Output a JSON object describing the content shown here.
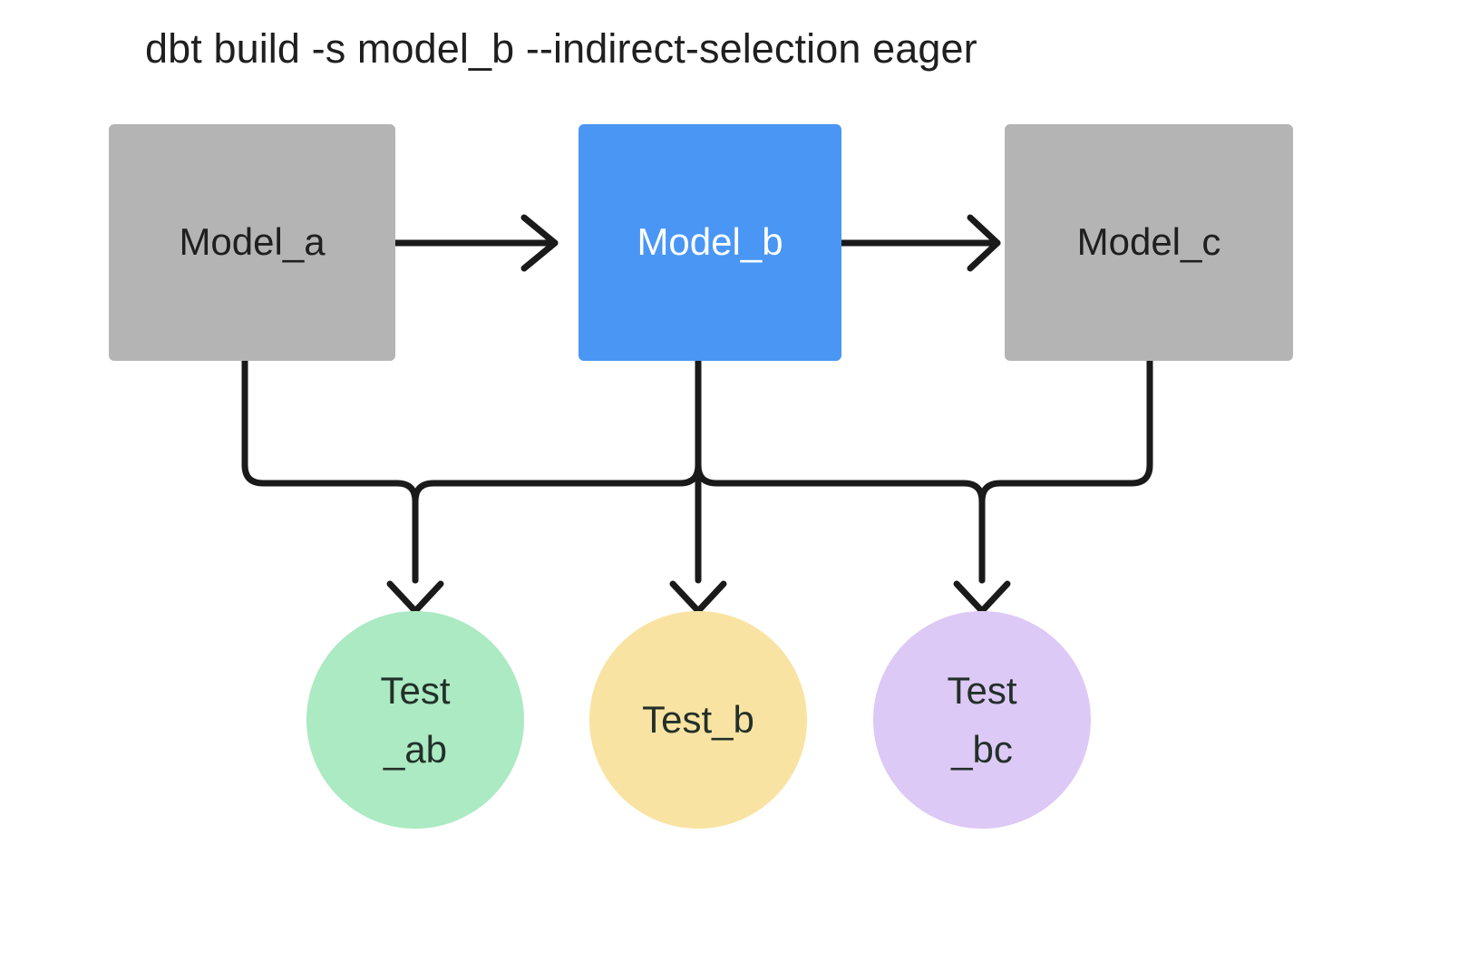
{
  "diagram": {
    "title": "dbt build -s model_b --indirect-selection eager",
    "background": "#ffffff",
    "edge_color": "#1a1a1a",
    "edge_width": 7
  },
  "models": [
    {
      "id": "model-a",
      "label": "Model_a",
      "shape": "rectangle",
      "fill": "#b4b4b4",
      "text_color": "#1f1f1f",
      "selected": false
    },
    {
      "id": "model-b",
      "label": "Model_b",
      "shape": "rectangle",
      "fill": "#4a96f5",
      "text_color": "#ffffff",
      "selected": true
    },
    {
      "id": "model-c",
      "label": "Model_c",
      "shape": "rectangle",
      "fill": "#b4b4b4",
      "text_color": "#1f1f1f",
      "selected": false
    }
  ],
  "tests": [
    {
      "id": "test-ab",
      "label": "Test_ab",
      "line1": "Test",
      "line2": "_ab",
      "shape": "circle",
      "fill": "#abeac2",
      "text_color": "#23302a"
    },
    {
      "id": "test-b",
      "label": "Test_b",
      "line1": "Test_b",
      "line2": "",
      "shape": "circle",
      "fill": "#f9e3a3",
      "text_color": "#23302a"
    },
    {
      "id": "test-bc",
      "label": "Test_bc",
      "line1": "Test",
      "line2": "_bc",
      "shape": "circle",
      "fill": "#ddc9f5",
      "text_color": "#23302a"
    }
  ],
  "edges": [
    {
      "id": "model-a-to-model-b",
      "from": "Model_a",
      "to": "Model_b",
      "style": "straight-arrow"
    },
    {
      "id": "model-b-to-model-c",
      "from": "Model_b",
      "to": "Model_c",
      "style": "straight-arrow"
    },
    {
      "id": "model-a-to-test-ab",
      "from": "Model_a",
      "to": "Test_ab",
      "style": "elbow-arrow"
    },
    {
      "id": "model-b-to-test-ab",
      "from": "Model_b",
      "to": "Test_ab",
      "style": "elbow-arrow"
    },
    {
      "id": "model-b-to-test-b",
      "from": "Model_b",
      "to": "Test_b",
      "style": "straight-arrow"
    },
    {
      "id": "model-b-to-test-bc",
      "from": "Model_b",
      "to": "Test_bc",
      "style": "elbow-arrow"
    },
    {
      "id": "model-c-to-test-bc",
      "from": "Model_c",
      "to": "Test_bc",
      "style": "elbow-arrow"
    }
  ]
}
